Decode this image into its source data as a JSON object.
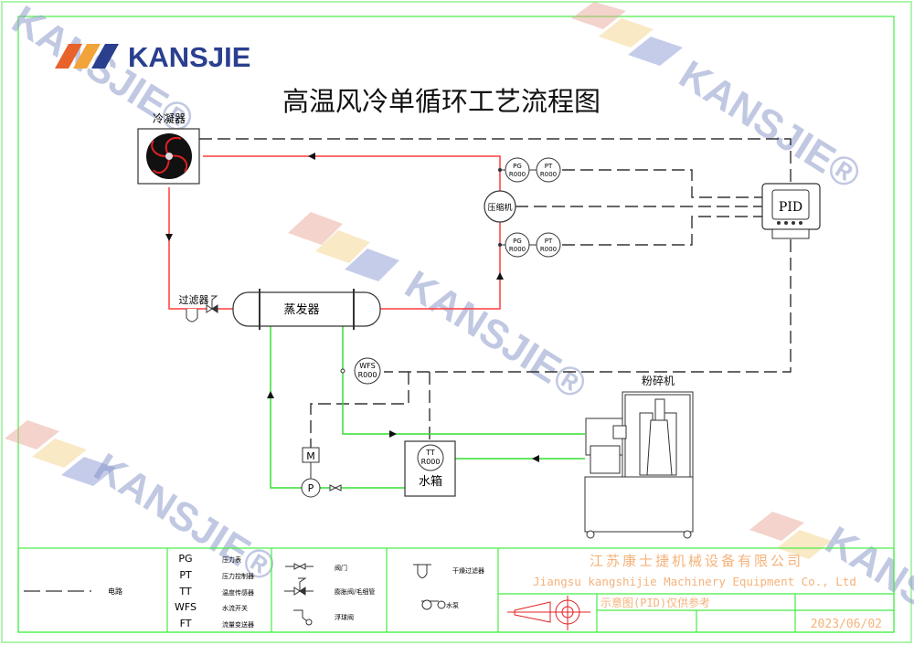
{
  "logo": {
    "text": "KANSJIE",
    "colors": [
      "#e8622c",
      "#f2a33a",
      "#2b3f8f"
    ]
  },
  "title": "高温风冷单循环工艺流程图",
  "watermark": "KANSJIE®",
  "equipment": {
    "condenser": "冷凝器",
    "compressor": "压缩机",
    "evaporator": "蒸发器",
    "filter": "过滤器",
    "pid": "PID",
    "pulverizer": "粉碎机",
    "water_tank": "水箱",
    "motor": "M",
    "pump": "P"
  },
  "instruments": {
    "pg_top": {
      "tag": "PG",
      "id": "R000"
    },
    "pt_top": {
      "tag": "PT",
      "id": "R000"
    },
    "pg_bottom": {
      "tag": "PG",
      "id": "R000"
    },
    "pt_bottom": {
      "tag": "PT",
      "id": "R000"
    },
    "wfs": {
      "tag": "WFS",
      "id": "R000"
    },
    "tt": {
      "tag": "TT",
      "id": "R000"
    }
  },
  "legend": {
    "circuit": "电路",
    "abbrev": [
      {
        "tag": "PG",
        "desc": "压力表"
      },
      {
        "tag": "PT",
        "desc": "压力控制器"
      },
      {
        "tag": "TT",
        "desc": "温度传感器"
      },
      {
        "tag": "WFS",
        "desc": "水流开关"
      },
      {
        "tag": "FT",
        "desc": "流量变送器"
      }
    ],
    "valve": "阀门",
    "expansion": "膨胀阀/毛细管",
    "float_valve": "浮球阀",
    "dry_filter": "干燥过滤器",
    "water_pump": "水泵"
  },
  "title_block": {
    "company_cn": "江苏康士捷机械设备有限公司",
    "company_en": "Jiangsu kangshijie Machinery Equipment Co., Ltd",
    "note": "示意图(PID)仅供参考",
    "date": "2023/06/02"
  },
  "colors": {
    "refrigerant": "#ff3b3b",
    "water": "#33dd33",
    "frame": "#44ee44",
    "text_orange": "#f5b27a"
  }
}
